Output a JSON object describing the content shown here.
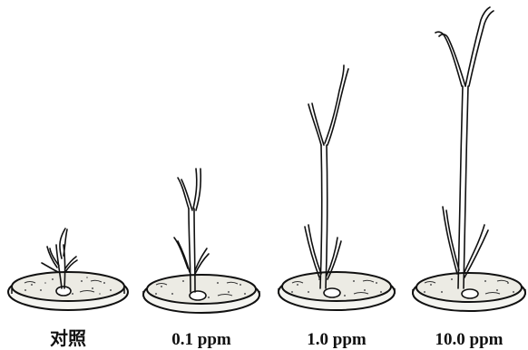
{
  "figure": {
    "labels": [
      "对照",
      "0.1 ppm",
      "1.0 ppm",
      "10.0 ppm"
    ]
  }
}
